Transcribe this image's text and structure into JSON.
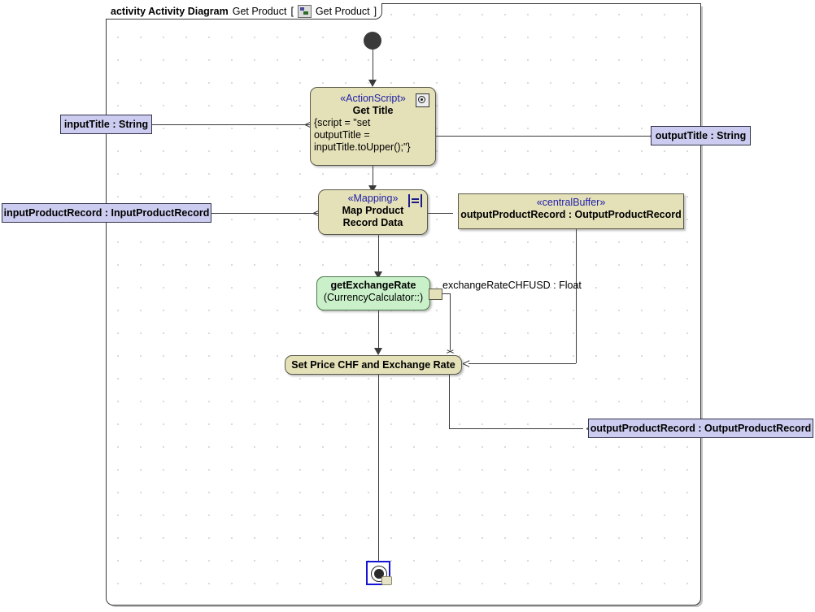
{
  "frame": {
    "keyword": "activity Activity Diagram",
    "name": "Get Product",
    "bracket_open": "[",
    "icon": "activity-diagram-icon",
    "qualified_name": "Get Product",
    "bracket_close": "]"
  },
  "nodes": {
    "initial": {
      "name": "initial-node"
    },
    "get_title": {
      "stereotype": "«ActionScript»",
      "name": "Get Title",
      "body_line1": "{script = \"set",
      "body_line2": "outputTitle =",
      "body_line3": "inputTitle.toUpper();\"}",
      "icon": "script-icon"
    },
    "map_product": {
      "stereotype": "«Mapping»",
      "name_line1": "Map Product",
      "name_line2": "Record Data",
      "icon": "mapping-icon"
    },
    "central_buffer": {
      "stereotype": "«centralBuffer»",
      "name": "outputProductRecord : OutputProductRecord"
    },
    "get_exchange_rate": {
      "name": "getExchangeRate",
      "behavior": "(CurrencyCalculator::)",
      "pin_label": "exchangeRateCHFUSD : Float"
    },
    "set_price": {
      "name": "Set Price CHF and Exchange Rate"
    },
    "final": {
      "name": "activity-final-node"
    }
  },
  "parameters": {
    "input_title": "inputTitle : String",
    "input_product_record": "inputProductRecord : InputProductRecord",
    "output_title": "outputTitle : String",
    "output_product_record": "outputProductRecord : OutputProductRecord"
  },
  "colors": {
    "action_fill": "#e4e0b8",
    "behavior_fill": "#c9f0c9",
    "parameter_fill": "#ccccf0",
    "stereotype_text": "#2222aa",
    "line": "#3a3a3a",
    "selection": "#1414d2"
  }
}
